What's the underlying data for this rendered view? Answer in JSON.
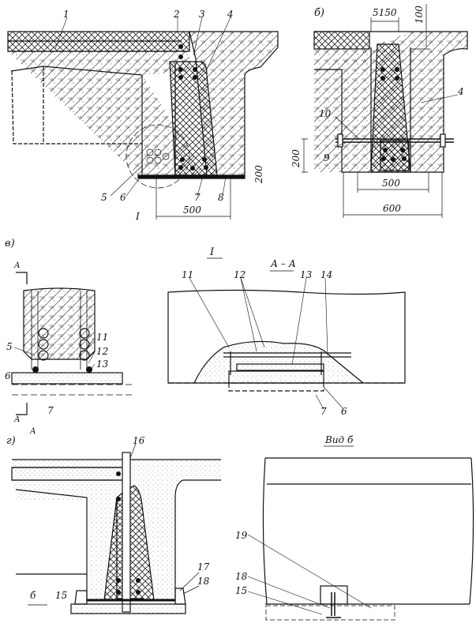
{
  "panel_a": {
    "callouts": [
      "1",
      "2",
      "3",
      "4",
      "5",
      "6",
      "7",
      "8"
    ],
    "detail_mark": "I",
    "dim_width": "500",
    "dim_height": "200"
  },
  "panel_b": {
    "title": "б)",
    "dim_top": "5150",
    "dim_depth": "100",
    "callouts": [
      "4",
      "10",
      "9"
    ],
    "dim_height": "200",
    "dim_inner": "500",
    "dim_outer": "600"
  },
  "panel_v": {
    "title": "в)",
    "section_mark_top": "А",
    "section_mark_bottom": "А",
    "callouts": [
      "5",
      "11",
      "12",
      "13",
      "6",
      "7"
    ]
  },
  "detail_I": {
    "title": "I",
    "section": "А – А",
    "callouts": [
      "11",
      "12",
      "13",
      "14",
      "7",
      "6"
    ]
  },
  "panel_g": {
    "title": "г)",
    "view_mark": "б",
    "callouts": [
      "16",
      "17",
      "18",
      "15"
    ],
    "top_mark": "А"
  },
  "view_b": {
    "title": "Вид б",
    "callouts": [
      "19",
      "18",
      "15"
    ]
  }
}
